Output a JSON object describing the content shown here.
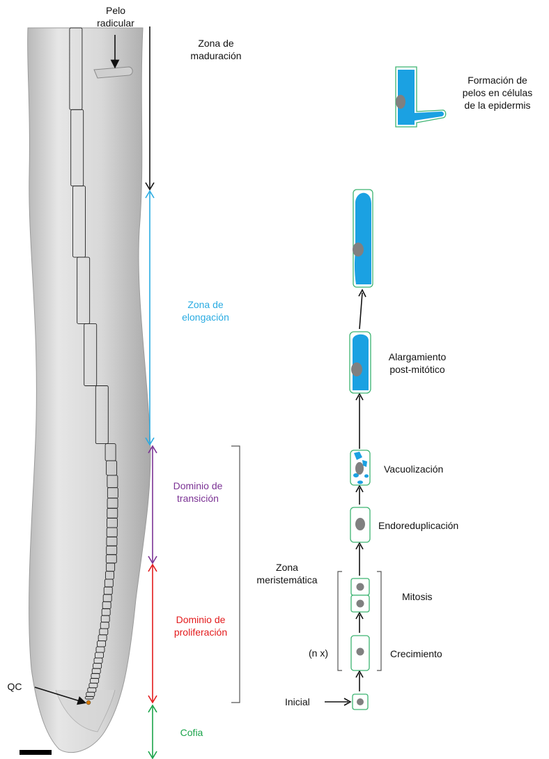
{
  "labels": {
    "pelo": [
      "Pelo",
      "radicular"
    ],
    "maduracion": [
      "Zona de",
      "maduración"
    ],
    "elongacion": [
      "Zona de",
      "elongación"
    ],
    "transicion": [
      "Dominio de",
      "transición"
    ],
    "proliferacion": [
      "Dominio de",
      "proliferación"
    ],
    "cofia": "Cofia",
    "qc": "QC",
    "meristematica": [
      "Zona",
      "meristemática"
    ],
    "formacion": [
      "Formación de",
      "pelos en células",
      "de la epidermis"
    ],
    "alargamiento": [
      "Alargamiento",
      "post-mitótico"
    ],
    "vacuolizacion": "Vacuolización",
    "endoreduplicacion": "Endoreduplicación",
    "mitosis": "Mitosis",
    "crecimiento": "Crecimiento",
    "nx": "(n x)",
    "inicial": "Inicial"
  },
  "colors": {
    "maduracion": "#111111",
    "elongacion": "#29abe2",
    "transicion": "#7b3294",
    "proliferacion": "#e31a1c",
    "cofia": "#1aa34a",
    "cell_outline": "#3cb371",
    "vacuole": "#1ba1e2",
    "nucleus": "#808080"
  }
}
